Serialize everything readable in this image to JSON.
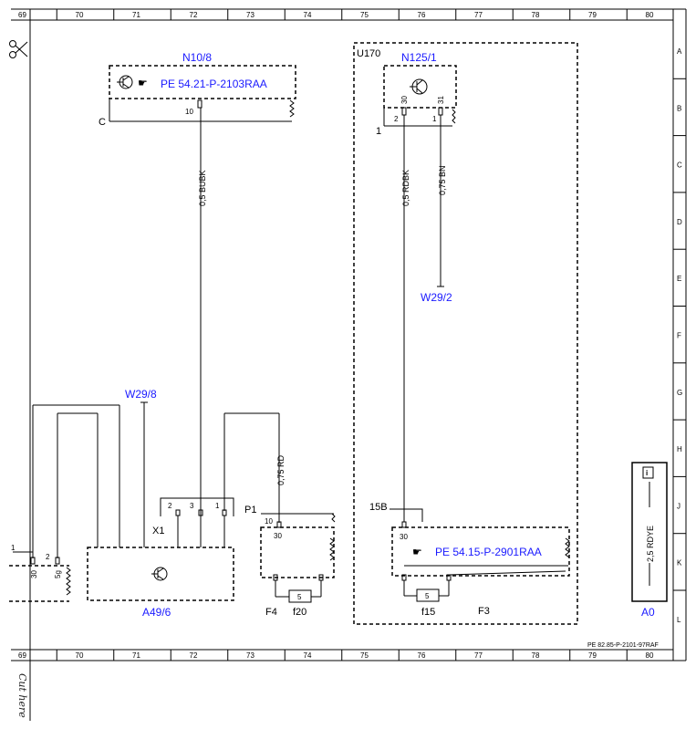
{
  "columns": [
    "69",
    "70",
    "71",
    "72",
    "73",
    "74",
    "75",
    "76",
    "77",
    "78",
    "79",
    "80"
  ],
  "rows": [
    "A",
    "B",
    "C",
    "D",
    "E",
    "F",
    "G",
    "H",
    "J",
    "K",
    "L"
  ],
  "components": {
    "n10_8": {
      "label": "N10/8",
      "ref": "PE 54.21-P-2103RAA",
      "pin": "10",
      "ground": "C"
    },
    "n125_1": {
      "label": "N125/1",
      "pin30": "30",
      "pin31": "31",
      "pin2": "2",
      "pin1": "1",
      "side": "1"
    },
    "u170": {
      "label": "U170"
    },
    "w29_2": {
      "label": "W29/2"
    },
    "w29_8": {
      "label": "W29/8"
    },
    "a49_6": {
      "label": "A49/6"
    },
    "x1": {
      "label": "X1",
      "pins": [
        "2",
        "3",
        "1"
      ]
    },
    "p1": {
      "label": "P1",
      "pin": "10",
      "sub": "30"
    },
    "f4": {
      "label": "F4",
      "fuse": "5",
      "fuse_label": "f20"
    },
    "f3": {
      "label": "F3",
      "fuse": "5",
      "fuse_label": "f15",
      "ref": "PE 54.15-P-2901RAA",
      "pin": "30",
      "terminal": "15B"
    },
    "a0": {
      "label": "A0",
      "wire": "2,5 RDYE",
      "info_icon": "i"
    },
    "left_conn": {
      "pin1": "1",
      "pin2": "2",
      "t30": "30",
      "t5g": "5g"
    }
  },
  "wires": {
    "bubk": "0,5 BUBK",
    "rdbk": "0,5 RDBK",
    "bn": "0,75 BN",
    "rd": "0,75 RD"
  },
  "footer_code": "PE 82.85-P-2101-97RAF",
  "cut_text": "Cut here"
}
